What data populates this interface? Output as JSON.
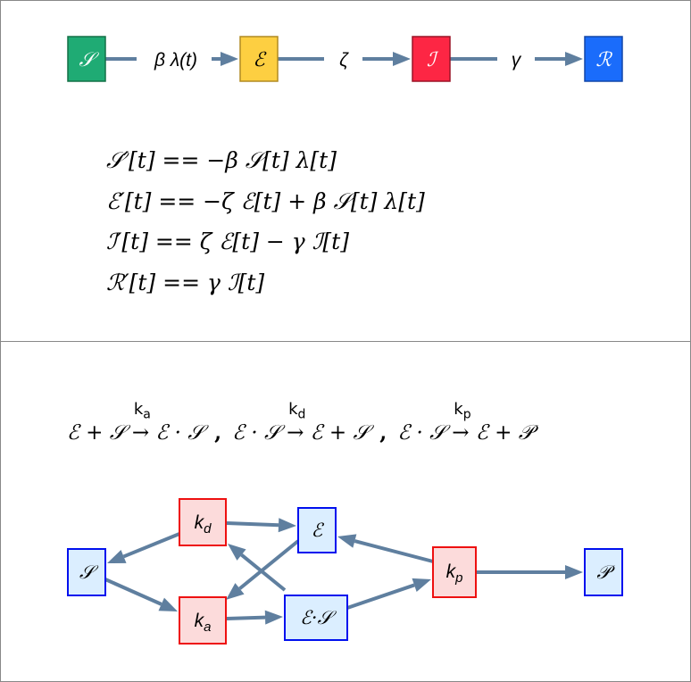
{
  "seir_flow": {
    "nodes": [
      {
        "label": "𝒮",
        "color": "#1fab74"
      },
      {
        "label": "ℰ",
        "color": "#fdcf41"
      },
      {
        "label": "ℐ",
        "color": "#fd2644"
      },
      {
        "label": "ℛ",
        "color": "#1a6cfb"
      }
    ],
    "rates": [
      "β λ(t)",
      "ζ",
      "γ"
    ],
    "edge_color": "#5f7f9f"
  },
  "equations": [
    "𝒮′[t] == −β 𝒮[t] λ[t]",
    "ℰ′[t] == −ζ ℰ[t] + β 𝒮[t] λ[t]",
    "ℐ′[t] == ζ ℰ[t] − γ ℐ[t]",
    "ℛ′[t] == γ ℐ[t]"
  ],
  "reactions": [
    {
      "lhs": "ℰ + 𝒮",
      "k": "k",
      "sub": "a",
      "rhs": "ℰ · 𝒮"
    },
    {
      "lhs": "ℰ · 𝒮",
      "k": "k",
      "sub": "d",
      "rhs": "ℰ + 𝒮"
    },
    {
      "lhs": "ℰ · 𝒮",
      "k": "k",
      "sub": "p",
      "rhs": "ℰ + 𝒫"
    }
  ],
  "separator": ",",
  "network": {
    "species": {
      "S": "𝒮",
      "E": "ℰ",
      "ES": "ℰ·𝒮",
      "P": "𝒫"
    },
    "rates": {
      "kd": "k",
      "kd_sub": "d",
      "ka": "k",
      "ka_sub": "a",
      "kp": "k",
      "kp_sub": "p"
    }
  }
}
